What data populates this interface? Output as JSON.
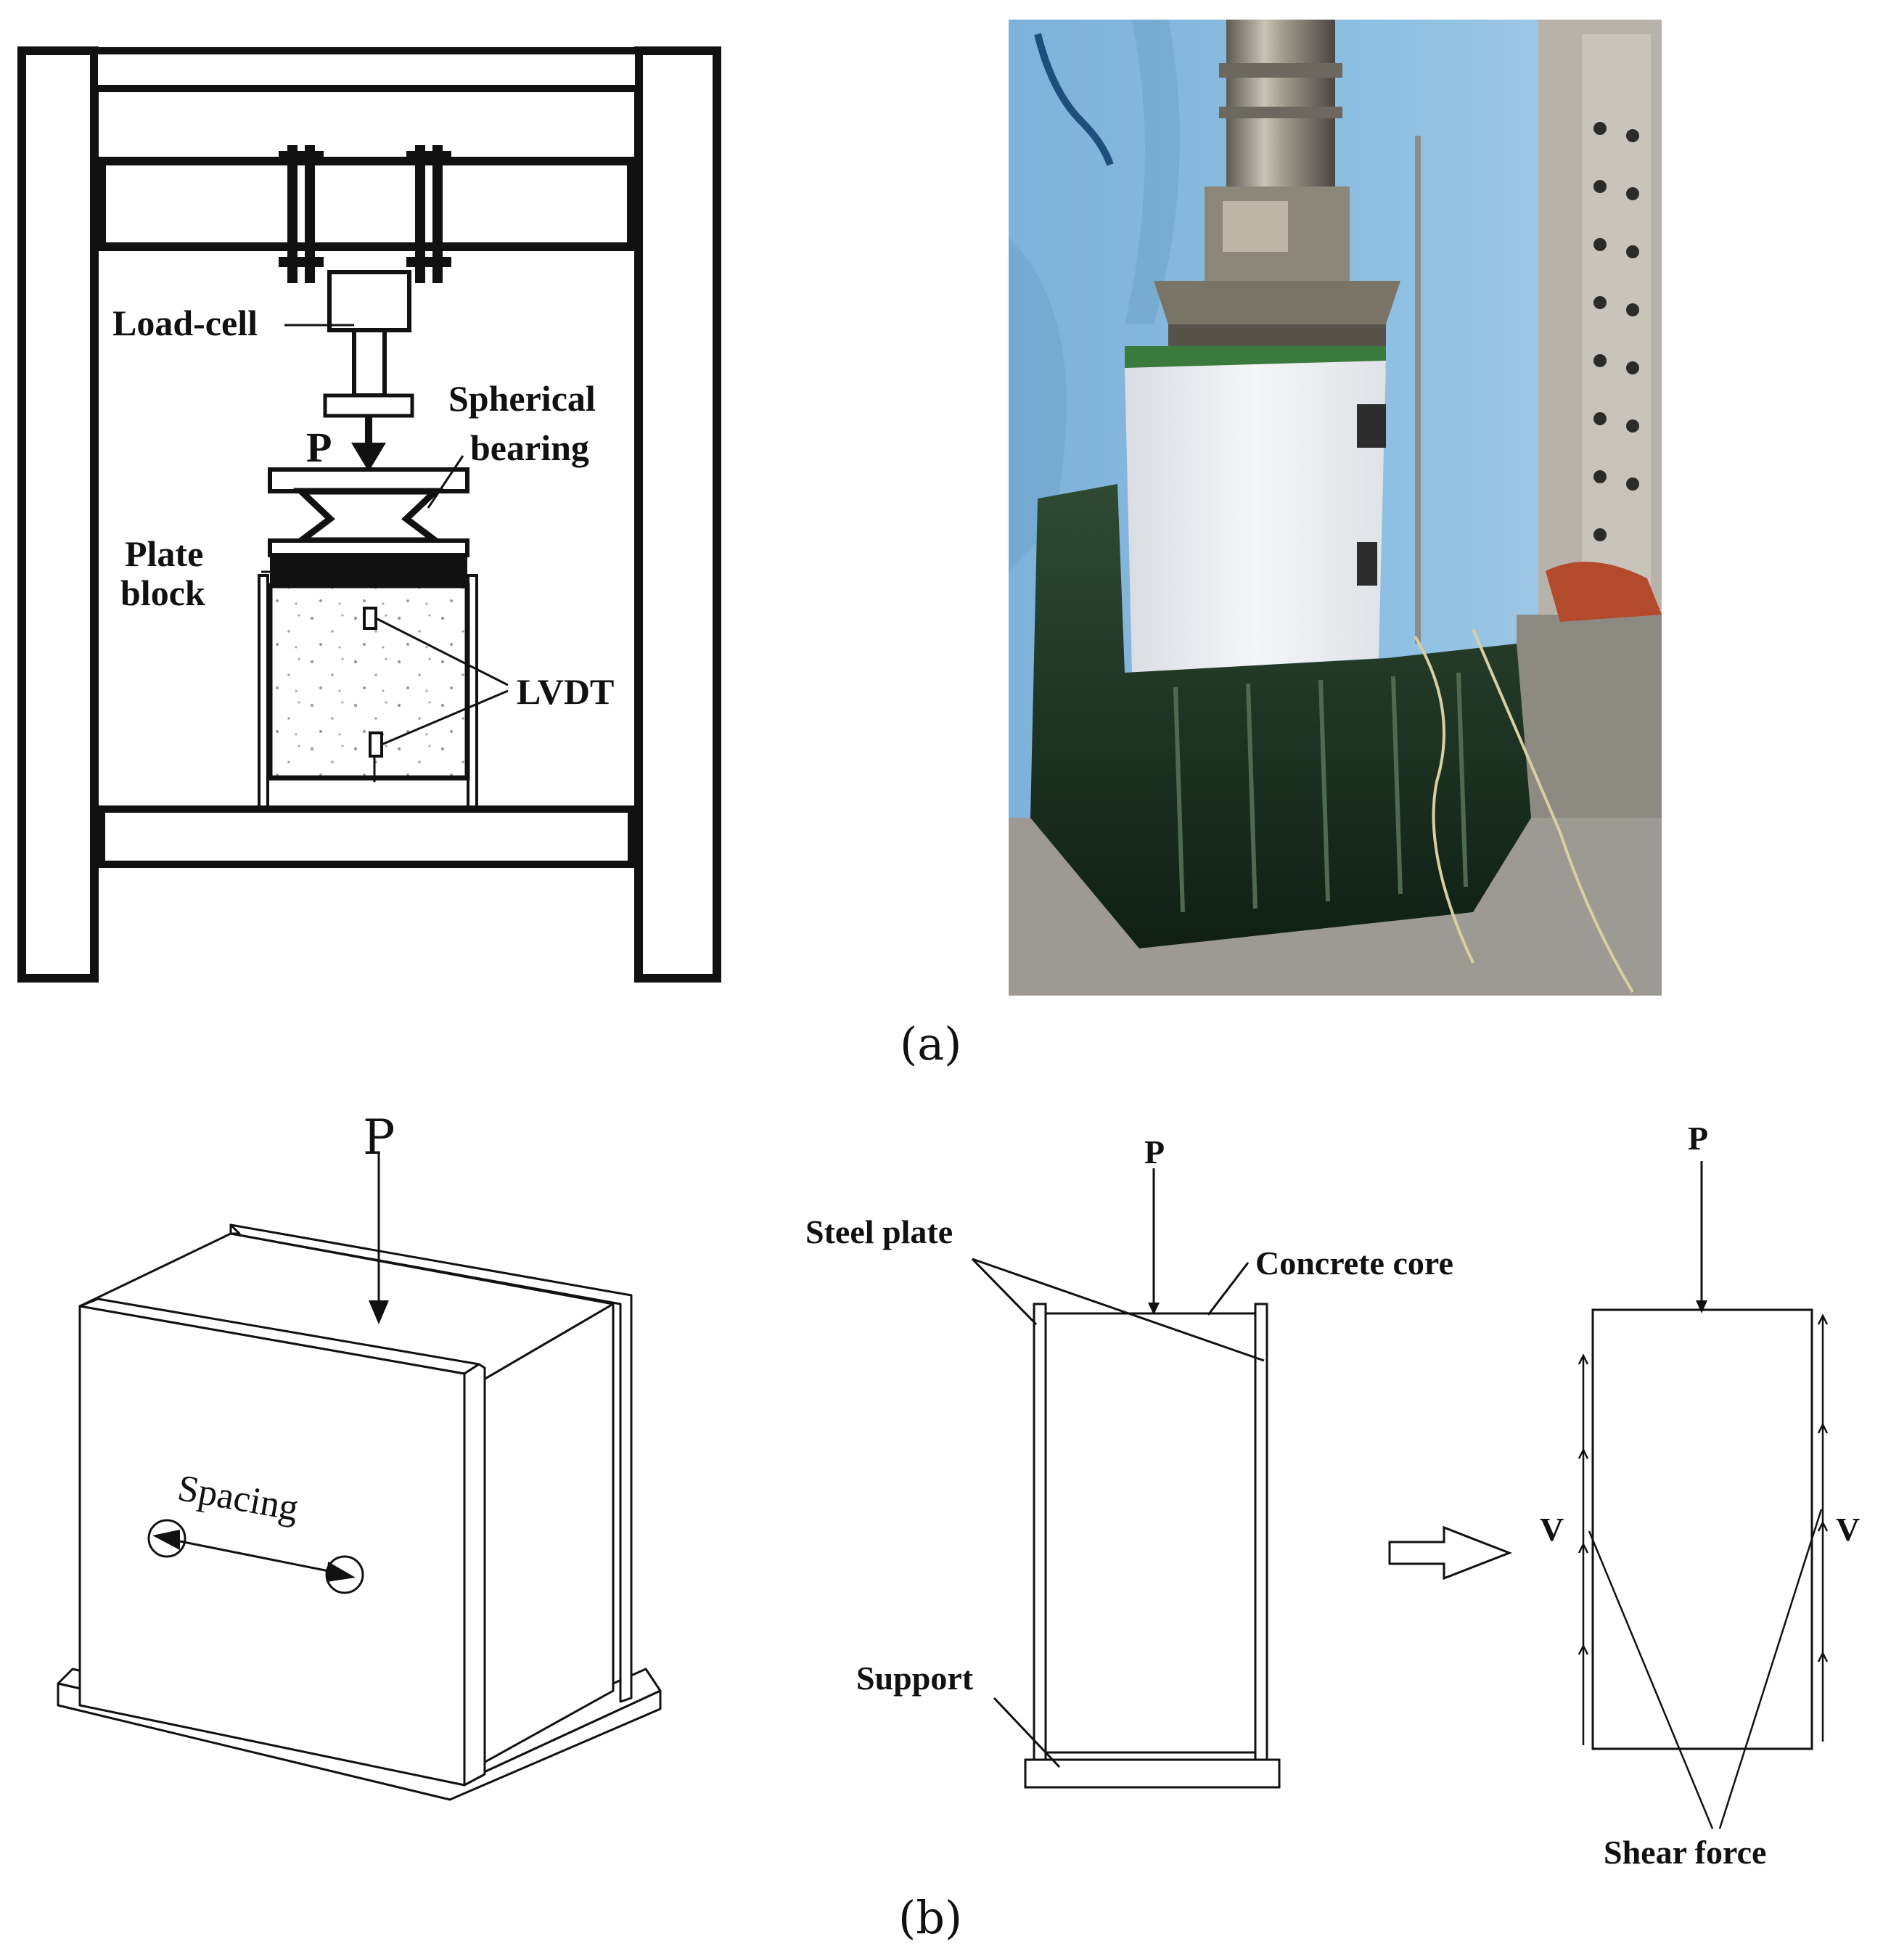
{
  "panel_a": {
    "schematic_labels": {
      "load_cell": "Load-cell",
      "spherical": "Spherical",
      "bearing": "bearing",
      "load": "P",
      "plate": "Plate",
      "block": "block",
      "lvdt": "LVDT"
    },
    "caption": "(a)"
  },
  "panel_b": {
    "iso_labels": {
      "load": "P",
      "spacing": "Spacing"
    },
    "section_labels": {
      "load": "P",
      "steel_plate": "Steel plate",
      "concrete_core": "Concrete core",
      "support": "Support"
    },
    "free_body_labels": {
      "load": "P",
      "shear_left": "V",
      "shear_right": "V",
      "shear_force": "Shear force"
    },
    "caption": "(b)"
  }
}
